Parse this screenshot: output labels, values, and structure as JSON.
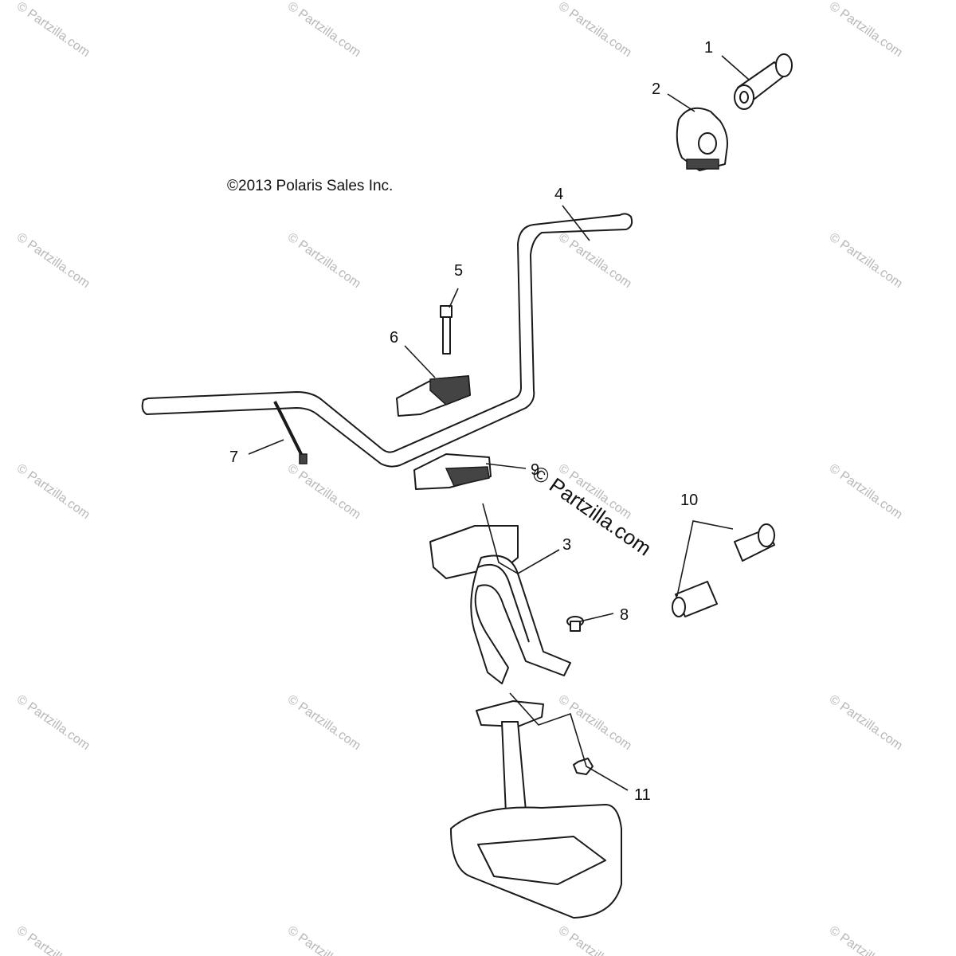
{
  "copyright": "©2013 Polaris Sales Inc.",
  "watermark": {
    "small_text": "© Partzilla.com",
    "center_text": "© Partzilla.com"
  },
  "callouts": [
    {
      "id": "1",
      "label": "1",
      "part": "grip-right"
    },
    {
      "id": "2",
      "label": "2",
      "part": "throttle-housing"
    },
    {
      "id": "3",
      "label": "3",
      "part": "handlebar-bracket"
    },
    {
      "id": "4",
      "label": "4",
      "part": "handlebar"
    },
    {
      "id": "5",
      "label": "5",
      "part": "clamp-bolt"
    },
    {
      "id": "6",
      "label": "6",
      "part": "upper-clamp"
    },
    {
      "id": "7",
      "label": "7",
      "part": "cable-tie"
    },
    {
      "id": "8",
      "label": "8",
      "part": "bracket-screw"
    },
    {
      "id": "9",
      "label": "9",
      "part": "lower-clamp"
    },
    {
      "id": "10",
      "label": "10",
      "part": "grip-pair"
    },
    {
      "id": "11",
      "label": "11",
      "part": "nut"
    }
  ]
}
